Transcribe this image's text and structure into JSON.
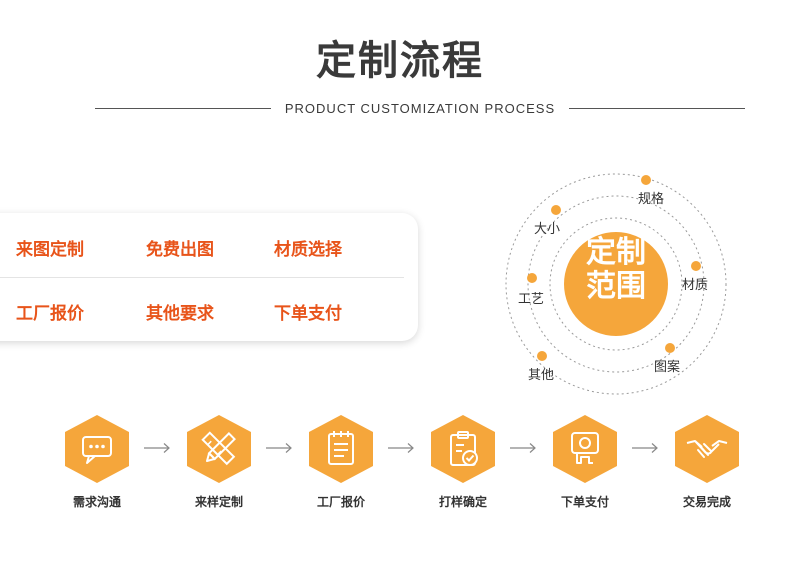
{
  "header": {
    "title": "定制流程",
    "subtitle": "PRODUCT CUSTOMIZATION PROCESS"
  },
  "options": {
    "row1": [
      "来图定制",
      "免费出图",
      "材质选择"
    ],
    "row2": [
      "工厂报价",
      "其他要求",
      "下单支付"
    ]
  },
  "scope": {
    "center_line1": "定制",
    "center_line2": "范围",
    "labels": {
      "guige": "规格",
      "daxiao": "大小",
      "caizhi": "材质",
      "gongyi": "工艺",
      "tuan": "图案",
      "qita": "其他"
    }
  },
  "steps": [
    {
      "label": "需求沟通",
      "icon": "chat-bubble-icon"
    },
    {
      "label": "来样定制",
      "icon": "pencil-ruler-icon"
    },
    {
      "label": "工厂报价",
      "icon": "notepad-icon"
    },
    {
      "label": "打样确定",
      "icon": "clipboard-check-icon"
    },
    {
      "label": "下单支付",
      "icon": "payment-icon"
    },
    {
      "label": "交易完成",
      "icon": "handshake-icon"
    }
  ],
  "colors": {
    "accent_orange": "#f5a63b",
    "text_orange": "#e8541a",
    "title_gray": "#3a3a3a",
    "arrow_gray": "#888888"
  }
}
